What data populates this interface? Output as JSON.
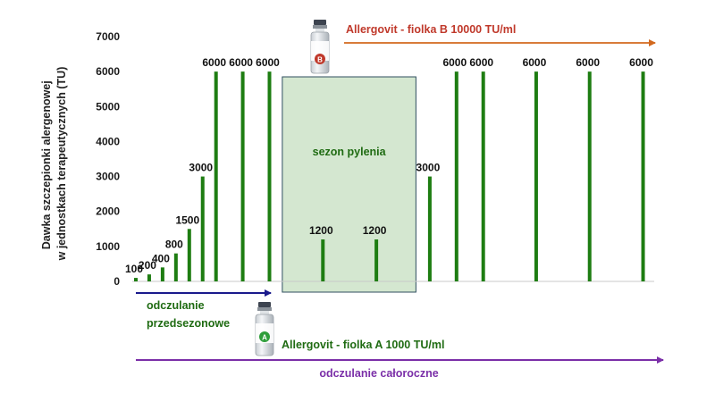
{
  "chart_data": {
    "type": "bar",
    "ylabel_lines": [
      "Dawka szczepionki alergenowej",
      "w jednostkach terapeutycznych (TU)"
    ],
    "ylim": [
      0,
      7000
    ],
    "yticks": [
      0,
      1000,
      2000,
      3000,
      4000,
      5000,
      6000,
      7000
    ],
    "grid": false,
    "bar_color": "#1e7d12",
    "x_range": [
      0,
      100
    ],
    "bars": [
      {
        "x": 0,
        "value": 100,
        "label": "100"
      },
      {
        "x": 2.6,
        "value": 200,
        "label": "200"
      },
      {
        "x": 5.2,
        "value": 400,
        "label": "400"
      },
      {
        "x": 7.8,
        "value": 800,
        "label": "800"
      },
      {
        "x": 10.4,
        "value": 1500,
        "label": "1500"
      },
      {
        "x": 13.0,
        "value": 3000,
        "label": "3000"
      },
      {
        "x": 15.6,
        "value": 6000,
        "label": "6000"
      },
      {
        "x": 20.8,
        "value": 6000,
        "label": "6000"
      },
      {
        "x": 26.0,
        "value": 6000,
        "label": "6000"
      },
      {
        "x": 36.4,
        "value": 1200,
        "label": "1200"
      },
      {
        "x": 46.8,
        "value": 1200,
        "label": "1200"
      },
      {
        "x": 57.2,
        "value": 3000,
        "label": "3000"
      },
      {
        "x": 62.4,
        "value": 6000,
        "label": "6000"
      },
      {
        "x": 67.6,
        "value": 6000,
        "label": "6000"
      },
      {
        "x": 77.9,
        "value": 6000,
        "label": "6000"
      },
      {
        "x": 88.3,
        "value": 6000,
        "label": "6000"
      },
      {
        "x": 98.7,
        "value": 6000,
        "label": "6000"
      }
    ],
    "season": {
      "label": "sezon pylenia",
      "x_start": 28.5,
      "x_end": 54.5,
      "top_value": 5850
    }
  },
  "annotations": {
    "vial_b_text": "Allergovit - fiolka B 10000 TU/ml",
    "vial_b_letter": "B",
    "vial_b_color": "#c0392b",
    "preseason_line1": "odczulanie",
    "preseason_line2": "przedsezonowe",
    "preseason_arrow_color": "#1a1a8c",
    "vial_a_text": "Allergovit - fiolka A 1000 TU/ml",
    "vial_a_letter": "A",
    "vial_a_color": "#2e9e3a",
    "yearround_text": "odczulanie całoroczne",
    "yearround_arrow_color": "#7b2fa8",
    "vial_b_arrow_color": "#d2691e"
  }
}
